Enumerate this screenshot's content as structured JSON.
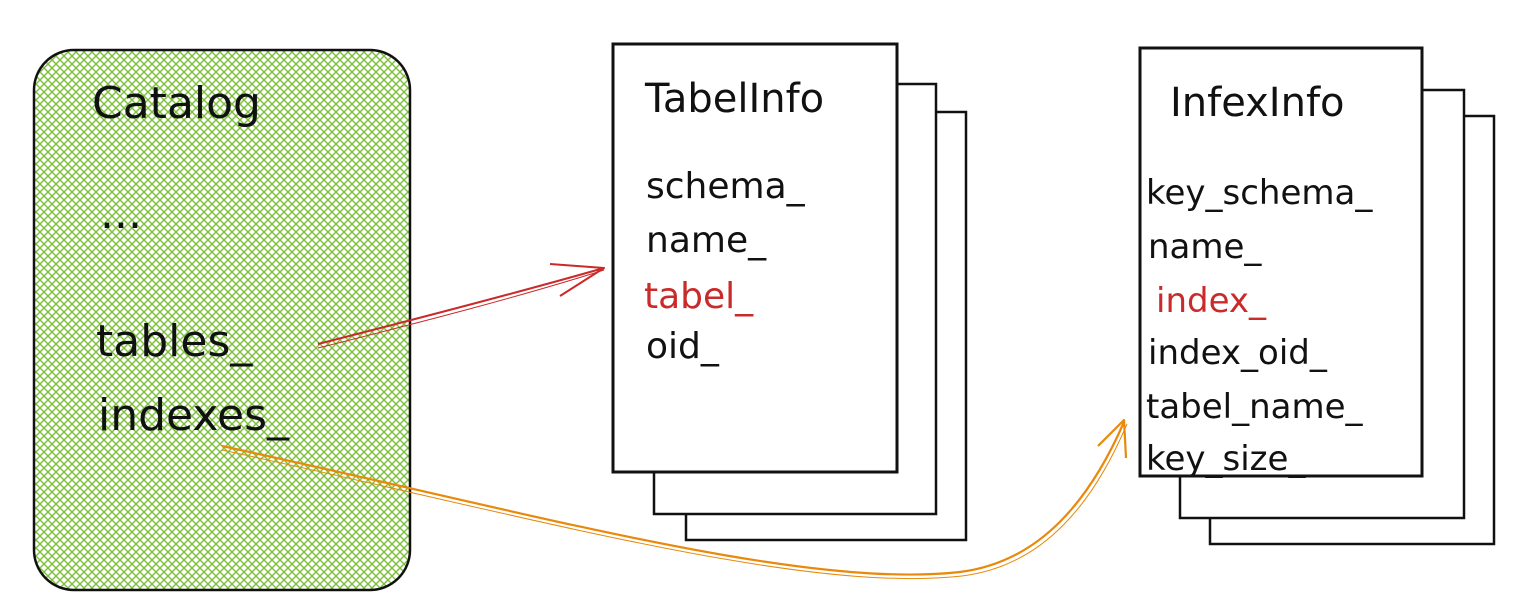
{
  "catalog": {
    "title": "Catalog",
    "ellipsis": "...",
    "fields": [
      "tables_",
      "indexes_"
    ],
    "fill_color": "#7bbf3a"
  },
  "table_info": {
    "title": "TabelInfo",
    "fields": [
      {
        "text": "schema_",
        "highlight": false
      },
      {
        "text": "name_",
        "highlight": false
      },
      {
        "text": "tabel_",
        "highlight": true
      },
      {
        "text": "oid_",
        "highlight": false
      }
    ]
  },
  "index_info": {
    "title": "InfexInfo",
    "fields": [
      {
        "text": "key_schema_",
        "highlight": false
      },
      {
        "text": "name_",
        "highlight": false
      },
      {
        "text": "index_",
        "highlight": true
      },
      {
        "text": "index_oid_",
        "highlight": false
      },
      {
        "text": "tabel_name_",
        "highlight": false
      },
      {
        "text": "key_size_",
        "highlight": false
      }
    ]
  },
  "colors": {
    "highlight_text": "#c92a2a",
    "tables_arrow": "#c92a2a",
    "indexes_arrow": "#e8890c",
    "stroke": "#111111"
  }
}
